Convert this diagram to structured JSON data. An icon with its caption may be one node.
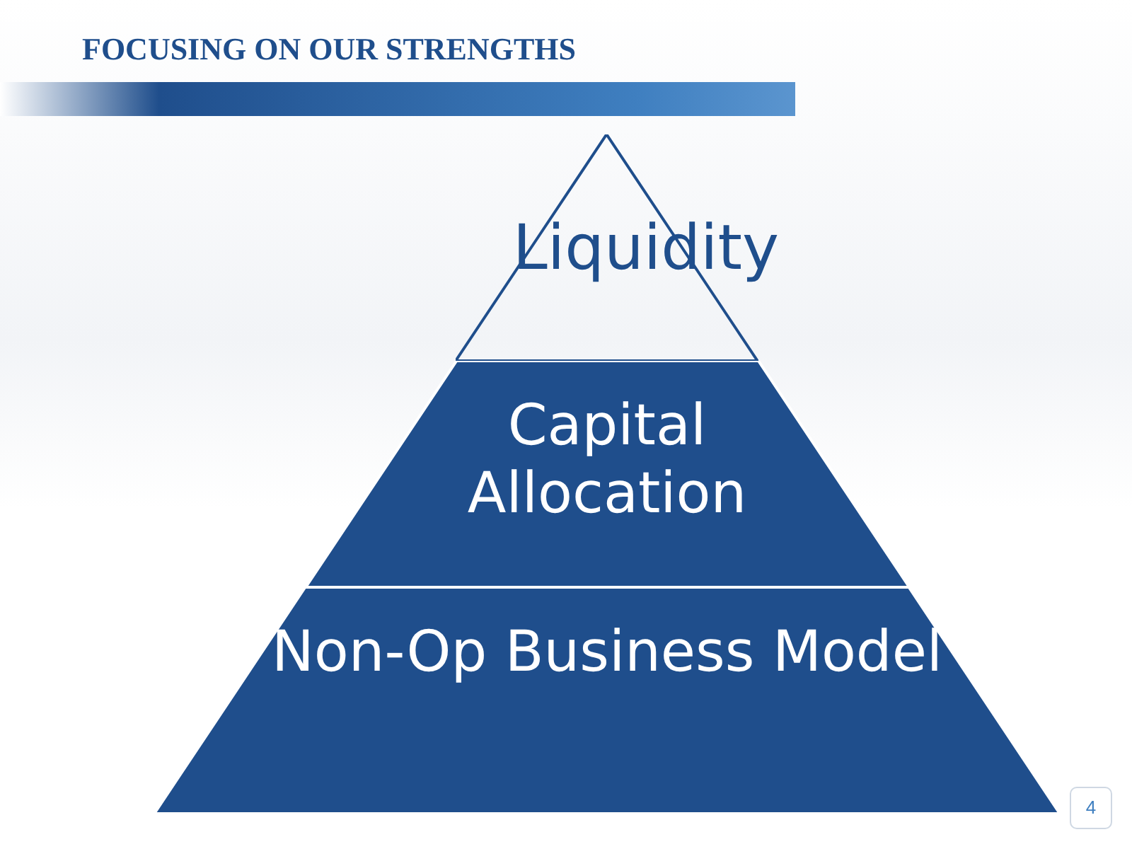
{
  "diagram": {
    "title": "FOCUSING ON OUR STRENGTHS",
    "nodes": [
      {
        "text": [
          "Liquidity"
        ]
      },
      {
        "text": [
          "Capital Allocation"
        ]
      },
      {
        "text": [
          "Non-Op Business Model"
        ]
      }
    ],
    "labels": [
      "4"
    ]
  }
}
